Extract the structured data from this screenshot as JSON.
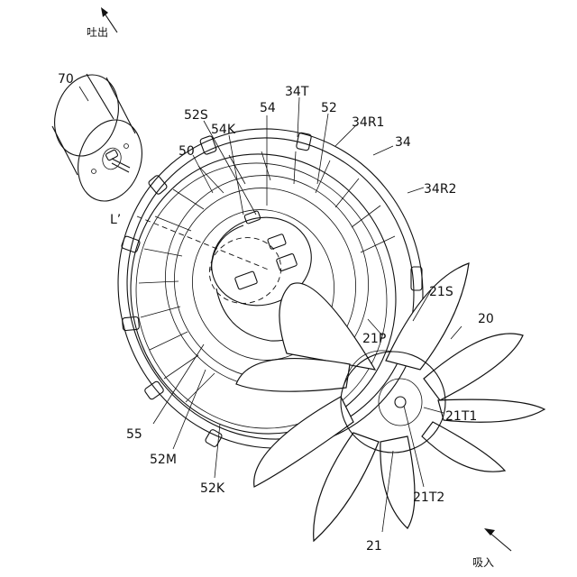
{
  "directions": {
    "discharge": "吐出",
    "intake": "吸入"
  },
  "labels": {
    "motor": "70",
    "upper_hub_side": "52S",
    "rib_54": "54",
    "top_34t": "34T",
    "part_52": "52",
    "rib_34r1": "34R1",
    "part_34": "34",
    "rib_54k": "54K",
    "part_50": "50",
    "rib_34r2": "34R2",
    "axis_l": "L’",
    "blade_21s": "21S",
    "fan_20": "20",
    "tip_21p": "21P",
    "hub_21t1": "21T1",
    "ring_55": "55",
    "mid_52m": "52M",
    "hub_21t2": "21T2",
    "part_52k": "52K",
    "fan_21": "21"
  }
}
